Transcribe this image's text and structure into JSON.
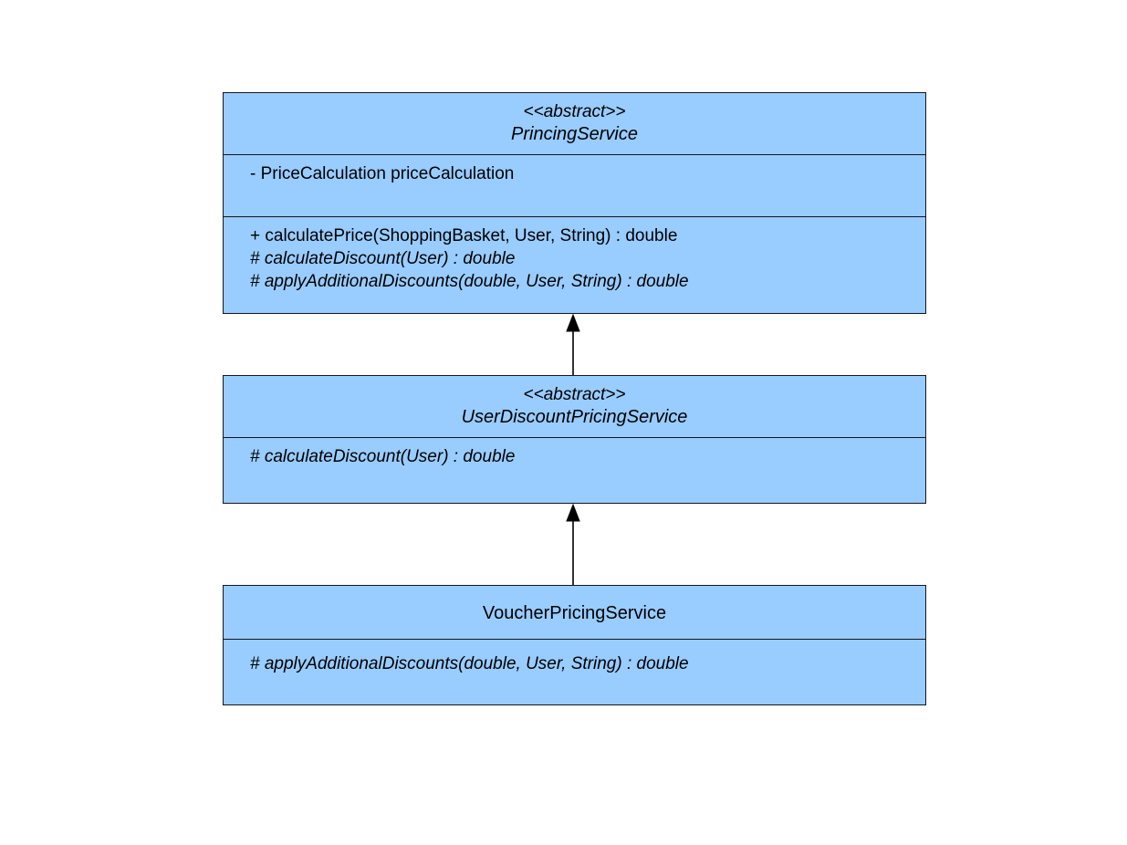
{
  "diagram": {
    "type": "uml-class-diagram",
    "background_color": "#ffffff",
    "class_fill_color": "#99ccff",
    "class_border_color": "#16161f",
    "line_color": "#000000"
  },
  "classes": [
    {
      "id": "princing-service",
      "stereotype": "<<abstract>>",
      "name": "PrincingService",
      "is_abstract": true,
      "attributes": [
        {
          "text": "- PriceCalculation priceCalculation",
          "is_abstract": false
        }
      ],
      "methods": [
        {
          "text": "+ calculatePrice(ShoppingBasket, User, String) : double",
          "is_abstract": false
        },
        {
          "text": "# calculateDiscount(User) : double",
          "is_abstract": true
        },
        {
          "text": "# applyAdditionalDiscounts(double, User, String) : double",
          "is_abstract": true
        }
      ]
    },
    {
      "id": "user-discount-pricing-service",
      "stereotype": "<<abstract>>",
      "name": "UserDiscountPricingService",
      "is_abstract": true,
      "attributes": [],
      "methods": [
        {
          "text": "# calculateDiscount(User) : double",
          "is_abstract": true
        }
      ]
    },
    {
      "id": "voucher-pricing-service",
      "stereotype": "",
      "name": "VoucherPricingService",
      "is_abstract": false,
      "attributes": [],
      "methods": [
        {
          "text": "# applyAdditionalDiscounts(double, User, String) : double",
          "is_abstract": true
        }
      ]
    }
  ],
  "relationships": [
    {
      "id": "generalization-1",
      "kind": "generalization",
      "from": "UserDiscountPricingService",
      "to": "PrincingService"
    },
    {
      "id": "generalization-2",
      "kind": "generalization",
      "from": "VoucherPricingService",
      "to": "UserDiscountPricingService"
    }
  ]
}
